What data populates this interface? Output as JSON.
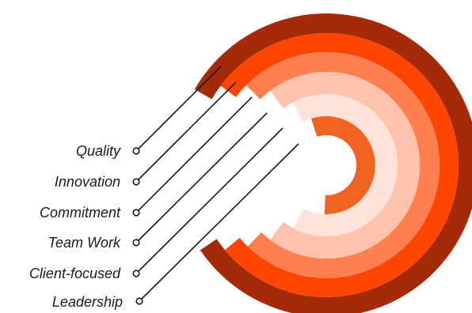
{
  "labels": [
    {
      "text": "Quality"
    },
    {
      "text": "Innovation"
    },
    {
      "text": "Commitment"
    },
    {
      "text": "Team Work"
    },
    {
      "text": "Client-focused"
    },
    {
      "text": "Leadership"
    }
  ],
  "ring_colors": [
    "#A52A0A",
    "#FF4500",
    "#FF7F50",
    "#FFC2AD",
    "#FFE3D8",
    "#F26322"
  ],
  "line_color": "#1a1a1a"
}
